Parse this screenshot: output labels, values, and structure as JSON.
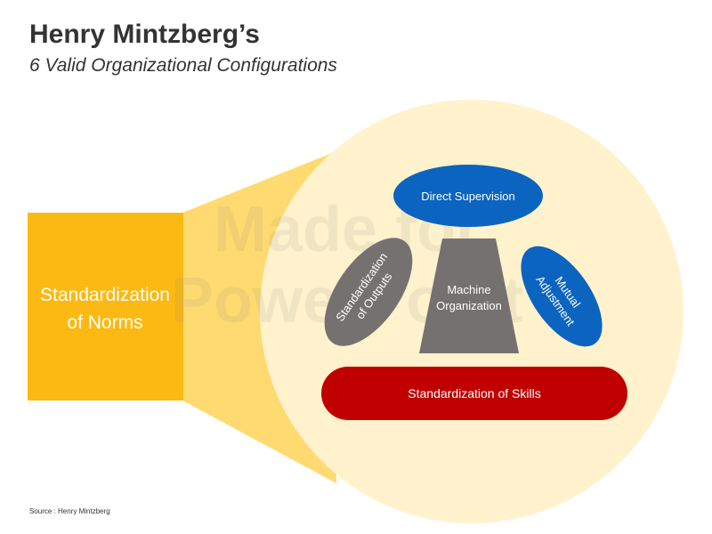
{
  "header": {
    "title": "Henry Mintzberg’s",
    "subtitle": "6 Valid Organizational Configurations"
  },
  "callout": {
    "line1": "Standardization",
    "line2": "of Norms"
  },
  "shapes": {
    "direct_supervision": "Direct Supervision",
    "outputs_line1": "Standardization",
    "outputs_line2": "of Outputs",
    "machine_line1": "Machine",
    "machine_line2": "Organization",
    "mutual_line1": "Mutual",
    "mutual_line2": "Adjustment",
    "skills": "Standardization of Skills"
  },
  "watermark": {
    "line1": "Made for",
    "line2": "PowerPoint"
  },
  "footer": {
    "source": "Source : Henry Mintzberg"
  },
  "colors": {
    "callout": "#FDB913",
    "beam": "#FFDA70",
    "circle": "#FFF2CC",
    "blue": "#0B64C0",
    "gray": "#767171",
    "red": "#C00000"
  }
}
